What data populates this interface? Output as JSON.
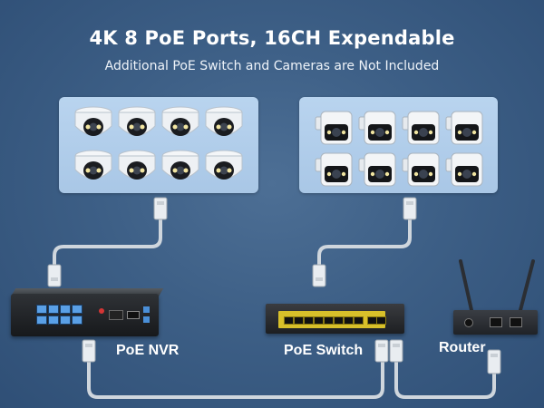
{
  "header": {
    "title": "4K 8 PoE Ports, 16CH Expendable",
    "subtitle": "Additional PoE Switch and Cameras are Not Included"
  },
  "devices": {
    "nvr_label": "PoE NVR",
    "switch_label": "PoE Switch",
    "router_label": "Router"
  },
  "cameras": {
    "left_group": {
      "type": "dome",
      "count": 8
    },
    "right_group": {
      "type": "bullet",
      "count": 8
    }
  },
  "colors": {
    "background": "#3d5f86",
    "panel": "#b2cdea",
    "cable": "#cfd6dd",
    "nvr_port": "#5aa0e6",
    "switch_strip": "#d8c02a"
  }
}
